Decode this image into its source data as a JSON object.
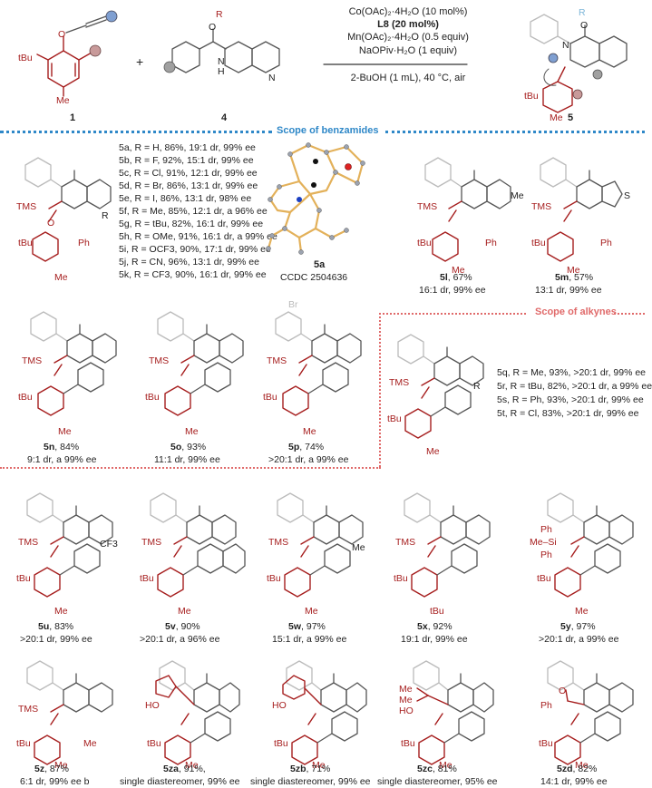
{
  "reaction": {
    "reactant1_label": "1",
    "reactant2_label": "4",
    "product_label": "5",
    "plus": "+",
    "conditions": [
      "Co(OAc)₂·4H₂O (10 mol%)",
      "L8 (20 mol%)",
      "Mn(OAc)₂·4H₂O (0.5 equiv)",
      "NaOPiv·H₂O (1 equiv)",
      "2-BuOH (1 mL), 40 °C, air"
    ],
    "r1_atoms": [
      "tBu",
      "Me"
    ],
    "r2_atoms": [
      "R",
      "N",
      "H",
      "O",
      "N"
    ],
    "product_atoms": [
      "O",
      "N",
      "R",
      "tBu",
      "Me"
    ]
  },
  "sections": {
    "benzamides_title": "Scope of benzamides",
    "alkynes_title": "Scope of alkynes"
  },
  "colors": {
    "blue_divider": "#2f88c8",
    "red_divider": "#e06a6a",
    "product_red": "#a61e1e",
    "grey_frame": "#9a9a9a"
  },
  "benzamide_list": [
    "5a, R = H, 86%, 19:1 dr, 99% ee",
    "5b, R = F, 92%, 15:1 dr, 99% ee",
    "5c, R = Cl, 91%, 12:1 dr, 99% ee",
    "5d, R = Br, 86%, 13:1 dr, 99% ee",
    "5e, R = I, 86%, 13:1 dr, 98% ee",
    "5f, R = Me, 85%, 12:1 dr, a 96% ee",
    "5g, R = tBu, 82%, 16:1 dr, 99% ee",
    "5h, R = OMe, 91%, 16:1 dr, a 99% ee",
    "5i, R = OCF3, 90%, 17:1 dr, 99% ee",
    "5j, R = CN, 96%, 13:1 dr, 99% ee",
    "5k, R = CF3, 90%, 16:1 dr, 99% ee"
  ],
  "crystal": {
    "label": "5a",
    "ccdc": "CCDC 2504636"
  },
  "alkyne_list": [
    "5q, R = Me, 93%, >20:1 dr, 99% ee",
    "5r, R = tBu, 82%, >20:1 dr, a 99% ee",
    "5s, R = Ph, 93%, >20:1 dr, 99% ee",
    "5t, R = Cl, 83%, >20:1 dr, 99% ee"
  ],
  "products": [
    {
      "id": "5l",
      "yield": ", 67%",
      "sel": "16:1 dr, 99% ee"
    },
    {
      "id": "5m",
      "yield": ", 57%",
      "sel": "13:1 dr, 99% ee"
    },
    {
      "id": "5n",
      "yield": ", 84%",
      "sel": "9:1 dr, a 99% ee"
    },
    {
      "id": "5o",
      "yield": ", 93%",
      "sel": "11:1 dr, 99% ee"
    },
    {
      "id": "5p",
      "yield": ", 74%",
      "sel": ">20:1 dr, a 99% ee"
    },
    {
      "id": "5u",
      "yield": ", 83%",
      "sel": ">20:1 dr, 99% ee"
    },
    {
      "id": "5v",
      "yield": ", 90%",
      "sel": ">20:1 dr, a 96% ee"
    },
    {
      "id": "5w",
      "yield": ", 97%",
      "sel": "15:1 dr, a 99% ee"
    },
    {
      "id": "5x",
      "yield": ", 92%",
      "sel": "19:1 dr, 99% ee"
    },
    {
      "id": "5y",
      "yield": ", 97%",
      "sel": ">20:1 dr, a 99% ee"
    },
    {
      "id": "5z",
      "yield": ", 87%",
      "sel": "6:1 dr, 99% ee b"
    },
    {
      "id": "5za",
      "yield": ", 91%,",
      "sel": "single diastereomer, 99% ee"
    },
    {
      "id": "5zb",
      "yield": ", 71%",
      "sel": "single diastereomer, 99% ee"
    },
    {
      "id": "5zc",
      "yield": ", 81%",
      "sel": "single diastereomer, 95% ee"
    },
    {
      "id": "5zd",
      "yield": ", 82%",
      "sel": "14:1 dr, 99% ee"
    }
  ],
  "atom_labels": {
    "tms": "TMS",
    "tbu": "tBu",
    "me": "Me",
    "ph": "Ph",
    "r": "R",
    "o": "O",
    "n": "N",
    "s": "S",
    "cf3": "CF3",
    "br": "Br",
    "me_si": "Me–Si",
    "ho": "HO"
  }
}
